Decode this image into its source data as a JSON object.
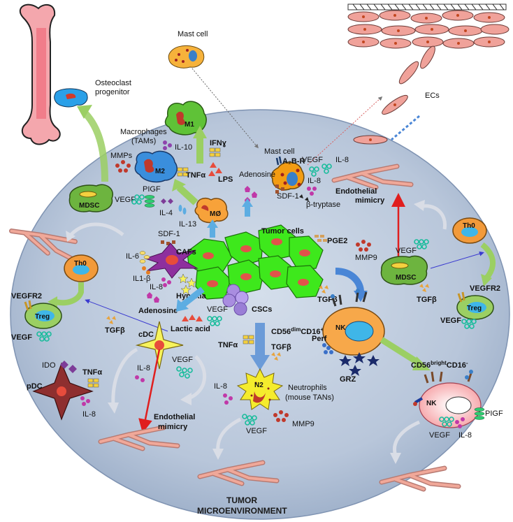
{
  "labels": {
    "osteoclast_line1": "Osteoclast",
    "osteoclast_line2": "progenitor",
    "mast_cell_top": "Mast cell",
    "ecs": "ECs",
    "macrophages_line1": "Macrophages",
    "macrophages_line2": "(TAMs)",
    "m1": "M1",
    "m2": "M2",
    "m0": "MØ",
    "il10": "IL-10",
    "mmps": "MMPs",
    "ifny": "IFNɣ",
    "tnfa_mac": "TNFα",
    "lps": "LPS",
    "pigf_mac": "PIGF",
    "vegf_mac": "VEGF",
    "il4": "IL-4",
    "il13": "IL-13",
    "mdsc_left": "MDSC",
    "mast_cell_mid": "Mast cell",
    "a2b_r": "A₂B-R",
    "vegf_mast": "VEGF",
    "il8_mast": "IL-8",
    "il8_mast2": "IL-8",
    "adenosine_mast": "Adenosine",
    "sdf1_mast": "SDF-1",
    "b_tryptase": "β-tryptase",
    "endo_mimicry_right_1": "Endothelial",
    "endo_mimicry_right_2": "mimicry",
    "tumor_cells": "Tumor cells",
    "pge2": "PGE2",
    "sdf1_caf": "SDF-1",
    "cafs": "CAFs",
    "il6": "IL-6",
    "il1b": "IL1-β",
    "il8_caf": "IL-8",
    "hypoxia": "Hypoxia",
    "adenosine_caf": "Adenosine",
    "lactic_acid": "Lactic acid",
    "vegf_tumor": "VEGF",
    "cscs": "CSCs",
    "tgfb_tumor": "TGFβ",
    "th0_left": "Th0",
    "vegfr2_left": "VEGFR2",
    "treg_left": "Treg",
    "vegf_treg_left": "VEGF",
    "tgfb_left": "TGFβ",
    "cdc": "cDC",
    "ido": "IDO",
    "tnfa_pdc": "TNFα",
    "pdc": "pDC",
    "il8_pdc": "IL-8",
    "il8_cdc": "IL-8",
    "vegf_cdc": "VEGF",
    "endo_mimicry_left_1": "Endothelial",
    "endo_mimicry_left_2": "mimicry",
    "th0_right": "Th0",
    "mmp9_right": "MMP9",
    "vegf_right": "VEGF",
    "mdsc_right": "MDSC",
    "tgfb_right": "TGFβ",
    "vegfr2_right": "VEGFR2",
    "treg_right": "Treg",
    "vegf_treg_right": "VEGF",
    "nk_dim_label": "CD56dimCD16+",
    "nk": "NK",
    "perf": "Perf",
    "grz": "GRZ",
    "tnfa_n": "TNFα",
    "tgfb_n": "TGFβ",
    "n2": "N2",
    "neutrophils_line1": "Neutrophils",
    "neutrophils_line2": "(mouse TANs)",
    "il8_n": "IL-8",
    "vegf_n": "VEGF",
    "mmp9_n": "MMP9",
    "nk_bright_label": "CD56brightCD16-",
    "nk_right": "NK",
    "pigf_nk": "PIGF",
    "vegf_nk": "VEGF",
    "il8_nk": "IL-8",
    "title_line1": "TUMOR",
    "title_line2": "MICROENVIRONMENT"
  },
  "colors": {
    "ellipse": "#b9c7dc",
    "tumor": "#3ee81c",
    "m1": "#5fc237",
    "m2": "#3a8edc",
    "mdsc": "#6db43f",
    "th0": "#f29a3a",
    "treg": "#9bcf63",
    "nk": "#f7a84a",
    "n2": "#f5ec2d",
    "vessel": "#e98a7f"
  }
}
